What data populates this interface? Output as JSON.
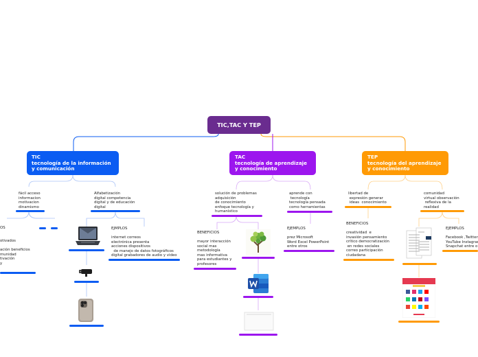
{
  "root": {
    "label": "TIC,TAC Y TEP"
  },
  "tic": {
    "title": "TIC",
    "subtitle": "tecnología de la información y comunicación",
    "left_text": "fácil acceso\ninformacion\nmotivacion\ndinamismo",
    "left_sub_label": "OS",
    "left_sub_text": "otivados\n\nación beneficios\nmunidad\ntivación\ny",
    "right_text": "Alfabetización\ndigital competencia\ndigital y de educación\ndigital",
    "examples_label": "EJMPLOS",
    "examples_text": "internet correos\nelectrónica presenta\nacciones dispositivos\n  de manejo de datos fotográficos\ndigital grabadores de audio y video"
  },
  "tac": {
    "title": "TAC",
    "subtitle": "tecnología de aprendizaje y conocimiento",
    "left_text": "solución de problemas\nadquisición\nde conocimiento\nenfoque tecnología y\nhumanístico",
    "right_text": "aprende con\n tecnología\ntecnología pensada\ncomo herramientas",
    "benefits_label": "BENEFICIOS",
    "benefits_text": "mayor interacción\nsocial mas\nmetodología\nmas informativa\npara estudiantes y\nprofesores",
    "examples_label": "EJEMPLOS",
    "examples_text": "prez Microsoft\nWord Excel PowerPoint\nentre otros"
  },
  "tep": {
    "title": "TEP",
    "subtitle": "tecnología del aprendizaje y conocimiento",
    "left_text": "libertad de\n expresión generar\n ideas  conocimiento",
    "right_text": "comunidad\nvirtual observación\n reflexiva de la\nrealidad",
    "benefits_label": "BENEFICIOS",
    "benefits_text": "creatividad  e\ninvasión pensamiento\ncrítico democratización\n en redes sociales\ncorreo participación\nciudadana",
    "examples_label": "EJEMPLOS",
    "examples_text": "Facebook ,Twitter\nYouTube Instagram\nSnapchat entre o"
  },
  "images": {
    "laptop": "laptop-icon",
    "camera": "security-camera-icon",
    "phone": "smartphone-icon",
    "tree": "tree-icon",
    "word": "word-icon",
    "blank": "blank-document-icon",
    "doc": "document-icon",
    "social": "social-media-infographic-icon"
  },
  "colors": {
    "root": "#6a2c8f",
    "tic": "#0b5cf2",
    "tac": "#9c16ee",
    "tep": "#ff9a05"
  }
}
